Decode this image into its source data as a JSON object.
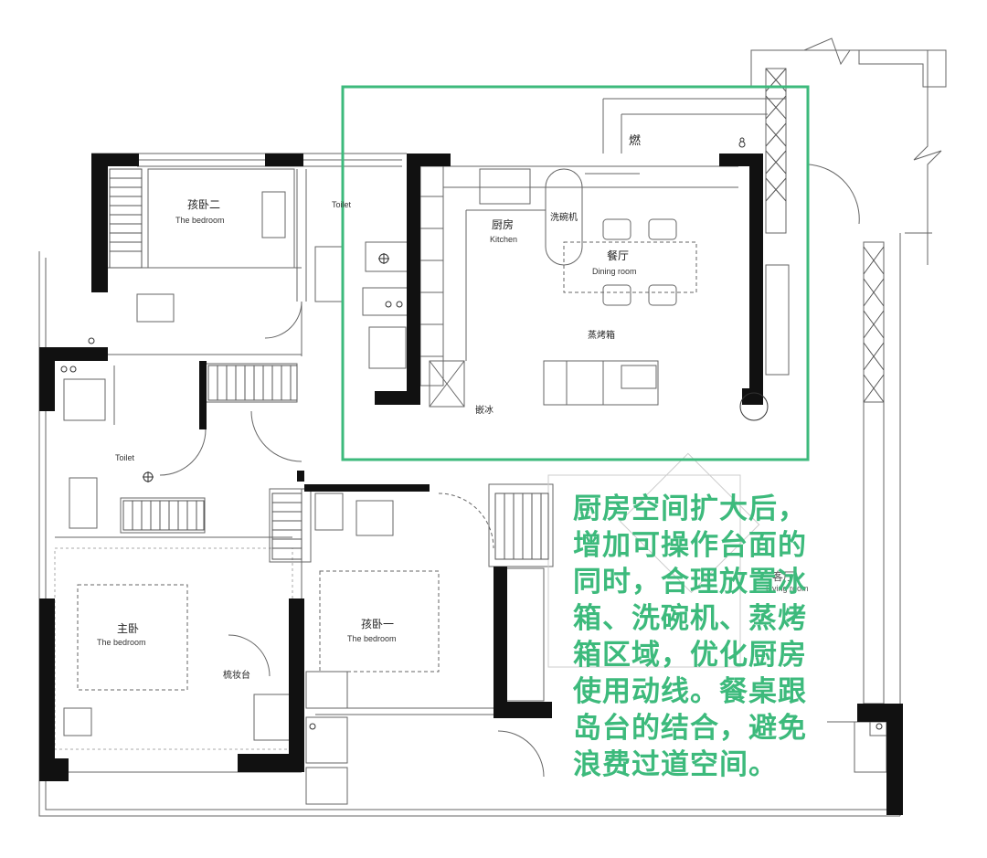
{
  "colors": {
    "wall": "#111111",
    "line": "#555555",
    "highlight": "#3dba7c",
    "note_text": "#3dba7c"
  },
  "rooms": {
    "child_bedroom_2": {
      "cn": "孩卧二",
      "en": "The bedroom"
    },
    "toilet_upper": {
      "en": "Toilet"
    },
    "kitchen": {
      "cn": "厨房",
      "en": "Kitchen"
    },
    "dishwasher": {
      "cn": "洗碗机"
    },
    "burner": {
      "cn": "燃"
    },
    "dining": {
      "cn": "餐厅",
      "en": "Dining room"
    },
    "steam_oven": {
      "cn": "蒸烤箱"
    },
    "fridge": {
      "cn": "嵌冰"
    },
    "toilet_lower": {
      "en": "Toilet"
    },
    "master_bedroom": {
      "cn": "主卧",
      "en": "The bedroom"
    },
    "dresser": {
      "cn": "梳妆台"
    },
    "child_bedroom_1": {
      "cn": "孩卧一",
      "en": "The bedroom"
    },
    "living": {
      "cn": "客厅",
      "en": "Living room"
    }
  },
  "note": {
    "lines": [
      "厨房空间扩大后，",
      "增加可操作台面的",
      "同时，合理放置冰",
      "箱、洗碗机、蒸烤",
      "箱区域，优化厨房",
      "使用动线。餐桌跟",
      "岛台的结合，避免",
      "浪费过道空间。"
    ]
  }
}
